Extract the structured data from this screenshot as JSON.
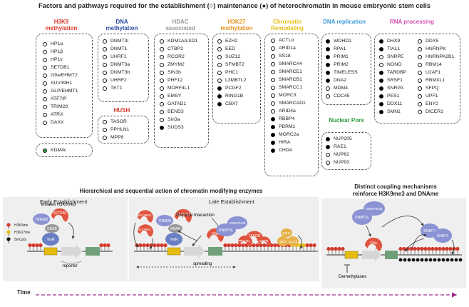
{
  "title": "Factors and pathways required for the establishment (○) maintenance (●) of heterochromatin in mouse embryonic stem cells",
  "colors": {
    "red": "#d33a2c",
    "blue": "#2b4ba3",
    "gray": "#9a9a9a",
    "orange": "#e89420",
    "yellow": "#e4bd10",
    "sky": "#3a9ad8",
    "green": "#2a9a3a",
    "magenta": "#d44fb4",
    "protein_red": "#e0553f",
    "protein_blue": "#8c93d4",
    "nucleosome": "#6fa07a"
  },
  "columns": [
    {
      "title": "H3K9 methylation",
      "items": [
        {
          "name": "HP1α",
          "filled": false
        },
        {
          "name": "HP1β",
          "filled": false
        },
        {
          "name": "HP1γ",
          "filled": false
        },
        {
          "name": "SETDB1",
          "filled": false
        },
        {
          "name": "G9a/EHMT2",
          "filled": false
        },
        {
          "name": "SUV39H1",
          "filled": false
        },
        {
          "name": "GLP/EHMT1",
          "filled": false
        },
        {
          "name": "ATF7IP",
          "filled": false
        },
        {
          "name": "TRIM28",
          "filled": false
        },
        {
          "name": "ATRX",
          "filled": false
        },
        {
          "name": "DAXX",
          "filled": false
        }
      ]
    },
    {
      "title": "DNA methylation",
      "items": [
        {
          "name": "DNMT3l",
          "filled": false
        },
        {
          "name": "DNMT1",
          "filled": false
        },
        {
          "name": "UHRF1",
          "filled": false
        },
        {
          "name": "DNMT3a",
          "filled": false
        },
        {
          "name": "DNMT3b",
          "filled": false
        },
        {
          "name": "UHRF2",
          "filled": false
        },
        {
          "name": "TET1",
          "filled": false
        }
      ]
    },
    {
      "title": "HDAC associated",
      "items": [
        {
          "name": "KDM1A/LSD1",
          "filled": false
        },
        {
          "name": "CTBP2",
          "filled": false
        },
        {
          "name": "RCOR2",
          "filled": false
        },
        {
          "name": "ZMYM2",
          "filled": false
        },
        {
          "name": "SIN3b",
          "filled": false
        },
        {
          "name": "PHF12",
          "filled": false
        },
        {
          "name": "MORF4L1",
          "filled": false
        },
        {
          "name": "EMSY",
          "filled": false
        },
        {
          "name": "GATAD1",
          "filled": false
        },
        {
          "name": "BEND3",
          "filled": false
        },
        {
          "name": "Sin3a",
          "filled": false
        },
        {
          "name": "SUDS3",
          "filled": true
        }
      ]
    },
    {
      "title": "H3K27 methylation",
      "items": [
        {
          "name": "EZH2",
          "filled": false
        },
        {
          "name": "EED",
          "filled": false
        },
        {
          "name": "SUZ12",
          "filled": false
        },
        {
          "name": "SFMBT2",
          "filled": false
        },
        {
          "name": "PHC1",
          "filled": false
        },
        {
          "name": "L3MBTL2",
          "filled": false
        },
        {
          "name": "PCGF2",
          "filled": true
        },
        {
          "name": "RING1B",
          "filled": true
        },
        {
          "name": "CBX7",
          "filled": true
        }
      ]
    },
    {
      "title": "Chromatin Remodeling",
      "items": [
        {
          "name": "ACTLα",
          "filled": false
        },
        {
          "name": "ARID1a",
          "filled": false
        },
        {
          "name": "SS18",
          "filled": false
        },
        {
          "name": "SMARCA4",
          "filled": false
        },
        {
          "name": "SMARCE1",
          "filled": false
        },
        {
          "name": "SMARCB1",
          "filled": false
        },
        {
          "name": "SMARCC1",
          "filled": false
        },
        {
          "name": "MORC3",
          "filled": false
        },
        {
          "name": "SMARCAD1",
          "filled": false
        },
        {
          "name": "ARID4a",
          "filled": false
        },
        {
          "name": "RBBP4",
          "filled": true
        },
        {
          "name": "PBRM1",
          "filled": true
        },
        {
          "name": "MORC2a",
          "filled": true
        },
        {
          "name": "HIRA",
          "filled": true
        },
        {
          "name": "CHD4",
          "filled": true
        }
      ]
    },
    {
      "title": "DNA replication",
      "items": [
        {
          "name": "WDHD1",
          "filled": true
        },
        {
          "name": "RPA1",
          "filled": true
        },
        {
          "name": "PRIM1",
          "filled": true
        },
        {
          "name": "PRIM2",
          "filled": true
        },
        {
          "name": "TIMELESS",
          "filled": true
        },
        {
          "name": "DNA2",
          "filled": true
        },
        {
          "name": "MDM4",
          "filled": false
        },
        {
          "name": "CDC45",
          "filled": false
        }
      ]
    },
    {
      "title": "RNA processing",
      "items": [
        {
          "name": "DHX9",
          "filled": true
        },
        {
          "name": "TIAL1",
          "filled": true
        },
        {
          "name": "SNRPE",
          "filled": false
        },
        {
          "name": "NONO",
          "filled": false
        },
        {
          "name": "TARDBP",
          "filled": true
        },
        {
          "name": "SRSF1",
          "filled": true
        },
        {
          "name": "SNRPA",
          "filled": true
        },
        {
          "name": "PES1",
          "filled": true
        },
        {
          "name": "DDX11",
          "filled": true
        },
        {
          "name": "SMN1",
          "filled": true
        }
      ]
    },
    {
      "title": "",
      "items": [
        {
          "name": "DDX5",
          "filled": false
        },
        {
          "name": "HNRNPK",
          "filled": false
        },
        {
          "name": "HNRNPA2B1",
          "filled": false
        },
        {
          "name": "RBM14",
          "filled": false
        },
        {
          "name": "U2AF1",
          "filled": false
        },
        {
          "name": "RBMXL1",
          "filled": false
        },
        {
          "name": "SFPQ",
          "filled": false
        },
        {
          "name": "UPF1",
          "filled": false
        },
        {
          "name": "ENY2",
          "filled": false
        },
        {
          "name": "DICER1",
          "filled": false
        }
      ]
    }
  ],
  "extra_groups": {
    "kdm4c": {
      "name": "KDM4c"
    },
    "hush": {
      "title": "HUSH",
      "items": [
        {
          "name": "TASOR",
          "filled": false
        },
        {
          "name": "PPHLN1",
          "filled": false
        },
        {
          "name": "MPP8",
          "filled": false
        }
      ]
    },
    "nuclear_pore": {
      "title": "Nuclear Pore",
      "items": [
        {
          "name": "NUP205",
          "filled": true
        },
        {
          "name": "RAE1",
          "filled": true
        },
        {
          "name": "NUP62",
          "filled": false
        },
        {
          "name": "NUP93",
          "filled": false
        }
      ]
    }
  },
  "section_titles": {
    "left": "Hierarchical and sequential action of chromatin modifying enzymes",
    "right_line1": "Distinct coupling mechanisms",
    "right_line2": "reinforce H3K9me3 and DNAme"
  },
  "panels": {
    "early": {
      "title": "Early Establishment",
      "label_initiates": "Initiates H3K9me3",
      "label_reporter": "reporter"
    },
    "late": {
      "title": "Late Establishment",
      "label_physical": "Physical Interaction",
      "label_spreading": "spreading"
    },
    "right": {
      "label_demethylases": "Demethylases"
    }
  },
  "legend": [
    {
      "label": "H3K9me"
    },
    {
      "label": "H3K27me"
    },
    {
      "label": "5mCpG"
    }
  ],
  "proteins": {
    "setdb1": "SETDB1",
    "trim28": "TRIM28",
    "krab": "KRAB",
    "tetr": "TetR",
    "suv39h2": "SUV39H2",
    "suv39h1": "SUV39H1",
    "g9a": "G9a",
    "dnmt3l": "DNMT3L",
    "dnmt3ab": "DNMT3A/B",
    "tasor": "TASOR",
    "pphln1": "PPHLN1",
    "mpp8": "MPP8",
    "eed": "EED",
    "ezh2": "EZH2",
    "suz12": "SUZ12",
    "dnmt1": "DNMT1",
    "uhrf1": "UHRF1"
  },
  "time_label": "Time"
}
